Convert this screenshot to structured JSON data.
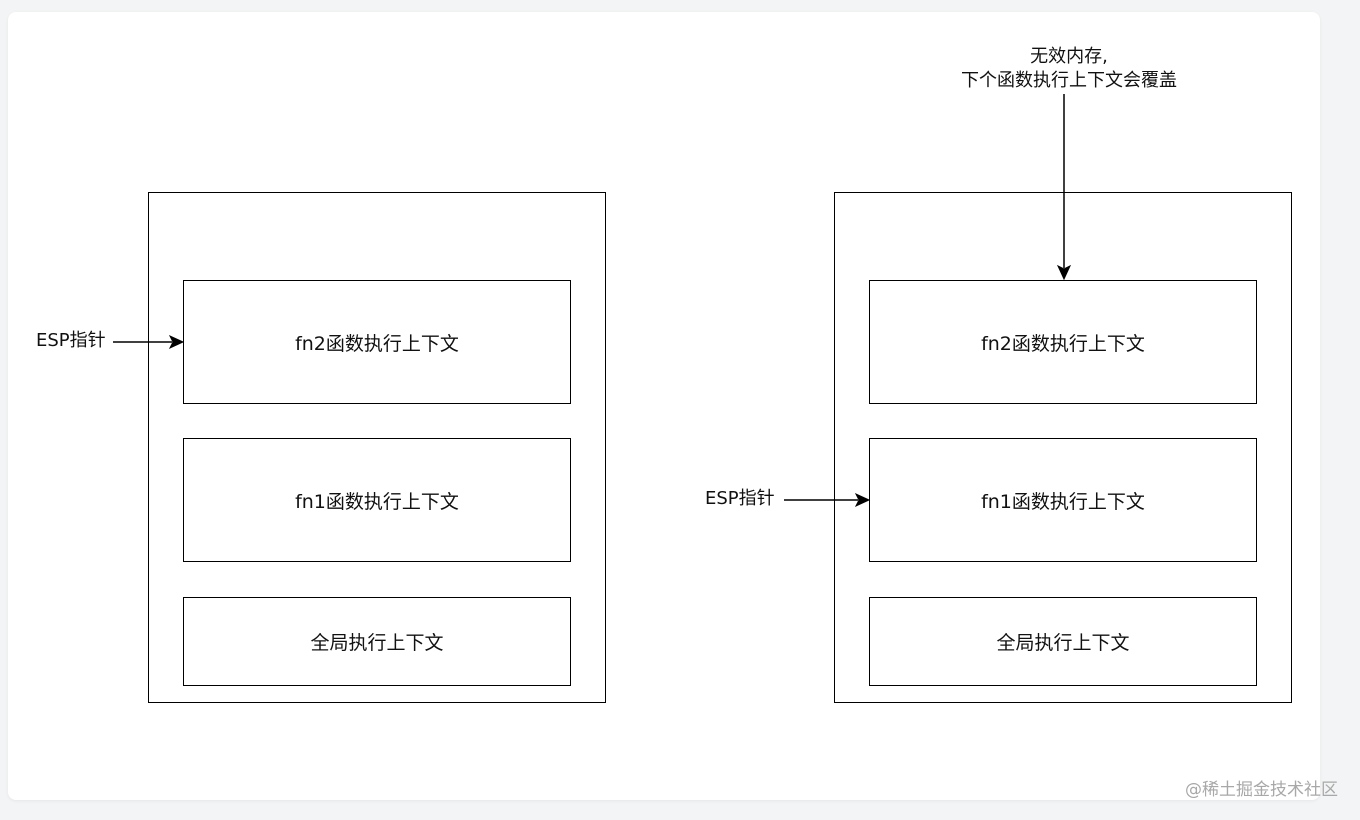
{
  "left_stack": {
    "esp_label": "ESP指针",
    "frames": [
      {
        "label": "fn2函数执行上下文"
      },
      {
        "label": "fn1函数执行上下文"
      },
      {
        "label": "全局执行上下文"
      }
    ]
  },
  "right_stack": {
    "esp_label": "ESP指针",
    "note_line1": "无效内存,",
    "note_line2": "下个函数执行上下文会覆盖",
    "frames": [
      {
        "label": "fn2函数执行上下文"
      },
      {
        "label": "fn1函数执行上下文"
      },
      {
        "label": "全局执行上下文"
      }
    ]
  },
  "watermark": "@稀土掘金技术社区"
}
